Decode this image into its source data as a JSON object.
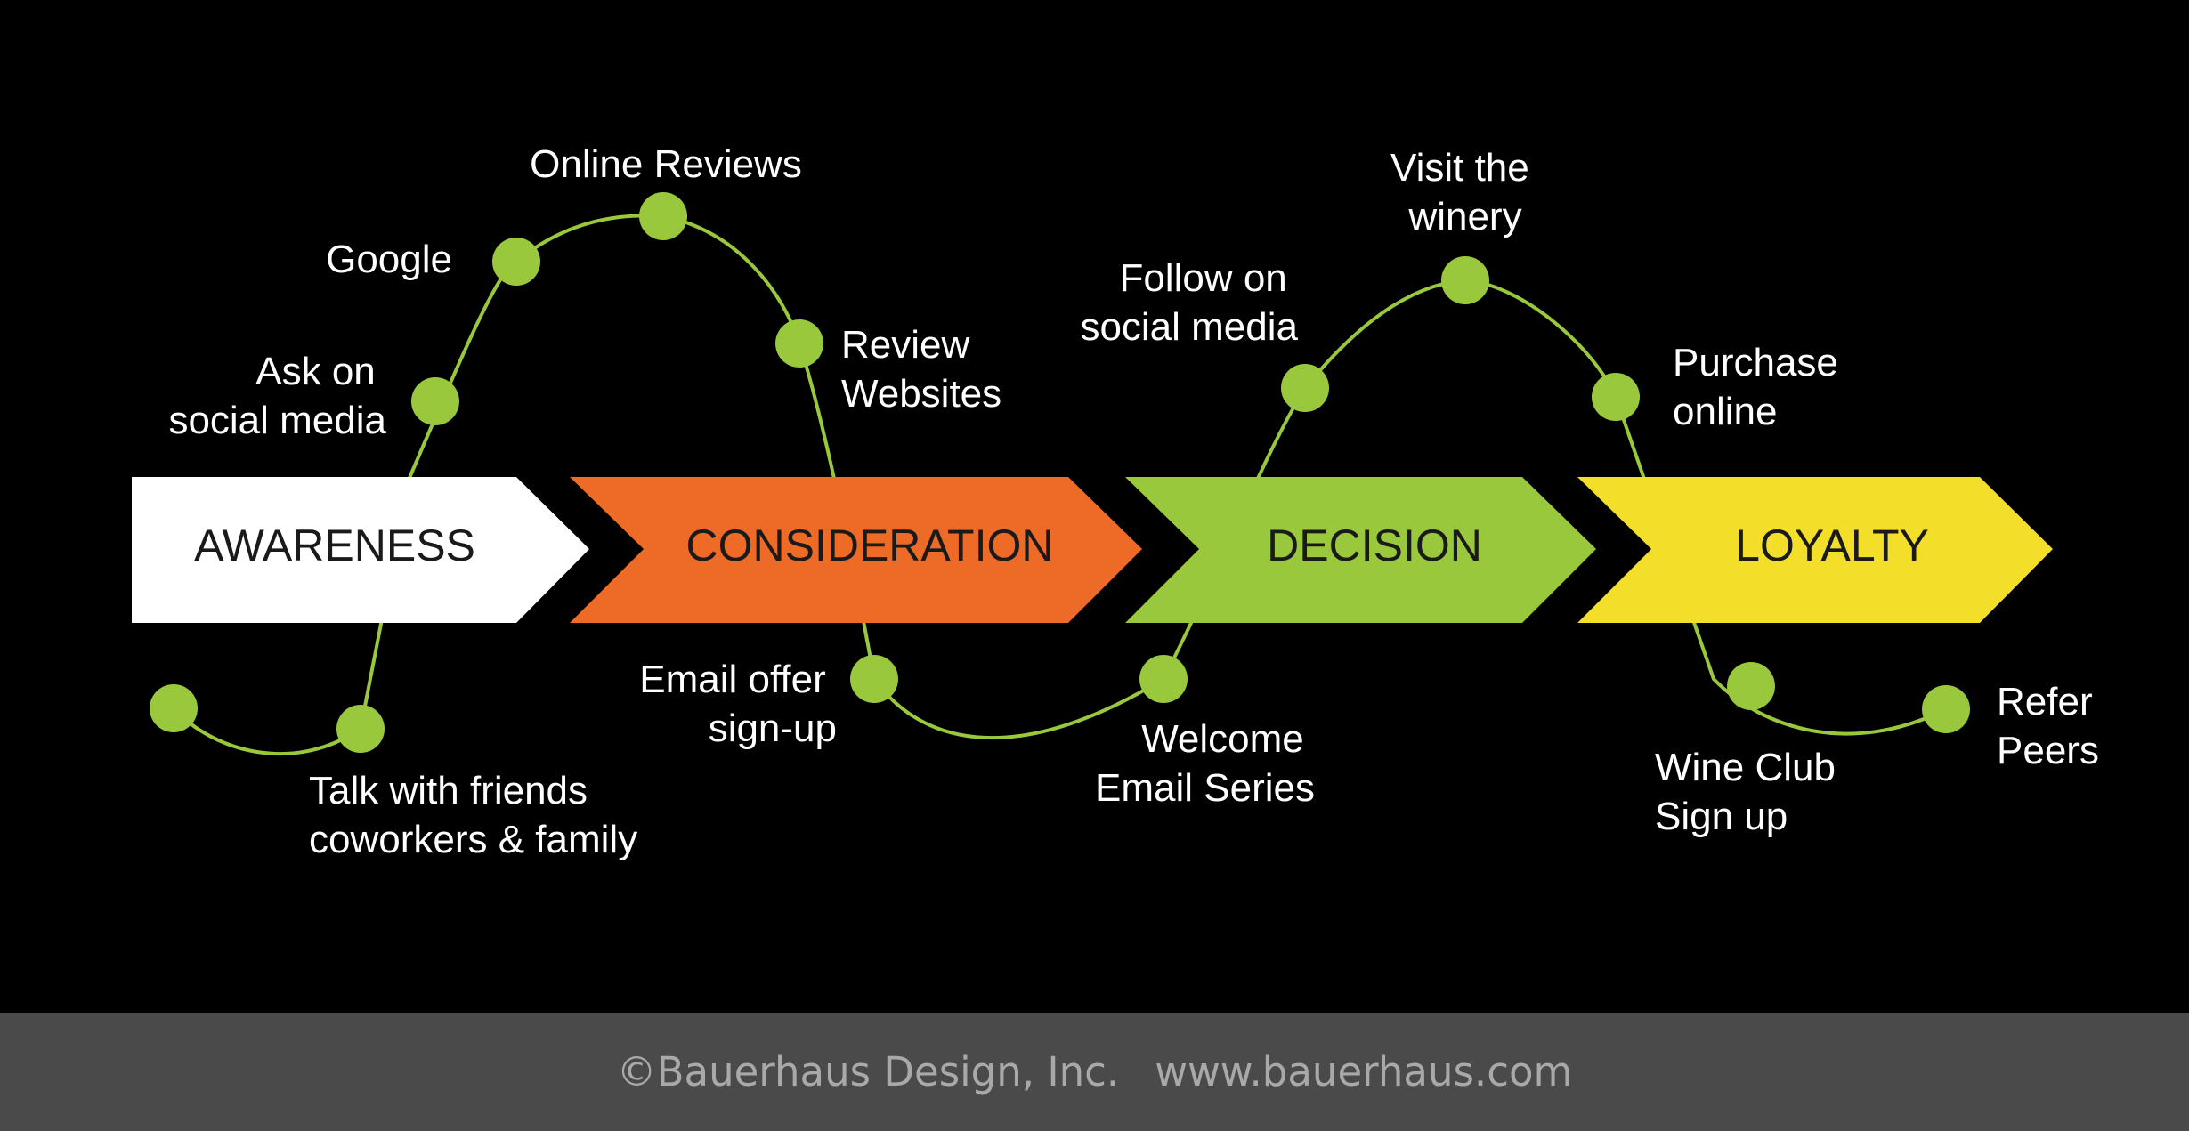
{
  "stages": [
    {
      "label": "AWARENESS",
      "color": "#ffffff"
    },
    {
      "label": "CONSIDERATION",
      "color": "#ee6a27"
    },
    {
      "label": "DECISION",
      "color": "#9ac83c"
    },
    {
      "label": "LOYALTY",
      "color": "#f3df2a"
    }
  ],
  "touchpoints": {
    "talk_friends": [
      "Talk with friends",
      "coworkers & family"
    ],
    "ask_social": [
      "Ask on",
      "social media"
    ],
    "google": [
      "Google"
    ],
    "online_reviews": [
      "Online Reviews"
    ],
    "review_websites": [
      "Review",
      "Websites"
    ],
    "email_offer": [
      "Email offer",
      "sign-up"
    ],
    "welcome_email": [
      "Welcome",
      "Email Series"
    ],
    "follow_social": [
      "Follow on",
      "social media"
    ],
    "visit_winery": [
      "Visit the",
      "winery"
    ],
    "purchase_online": [
      "Purchase",
      "online"
    ],
    "wine_club": [
      "Wine Club",
      "Sign up"
    ],
    "refer_peers": [
      "Refer",
      "Peers"
    ]
  },
  "colors": {
    "path": "#9ac83c",
    "node": "#9ac83c",
    "text": "#ffffff",
    "background": "#000000",
    "footer_bg": "#4a4a4a"
  },
  "footer": {
    "copyright": "©Bauerhaus Design, Inc.",
    "website": "www.bauerhaus.com"
  }
}
